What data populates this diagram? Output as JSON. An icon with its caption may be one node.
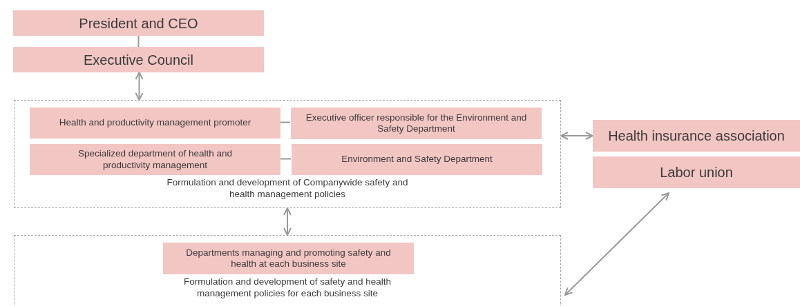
{
  "diagram": {
    "nodes": [
      {
        "text": [
          "President and CEO"
        ]
      },
      {
        "text": [
          "Executive Council"
        ]
      },
      {
        "text": [
          "Formulation and development of Companywide safety and health management policies"
        ]
      },
      {
        "text": [
          "Health and productivity management promoter"
        ],
        "in": 2
      },
      {
        "text": [
          "Executive officer responsible for the Environment and Safety Department"
        ],
        "in": 2
      },
      {
        "text": [
          "Specialized department of health and productivity management"
        ],
        "in": 2
      },
      {
        "text": [
          "Environment and Safety Department"
        ],
        "in": 2
      },
      {
        "text": [
          "Health insurance association"
        ]
      },
      {
        "text": [
          "Labor union"
        ]
      },
      {
        "text": [
          "Formulation and development of safety and health management policies for each business site"
        ]
      },
      {
        "text": [
          "Departments managing and promoting safety and health at each business site"
        ],
        "in": 9
      }
    ],
    "edges": [
      {
        "from": 0,
        "to": 1,
        "arrow": "none"
      },
      {
        "from": 1,
        "to": 2,
        "arrow": "both"
      },
      {
        "from": 3,
        "to": 4,
        "arrow": "none"
      },
      {
        "from": 5,
        "to": 6,
        "arrow": "none"
      },
      {
        "from": 2,
        "to": 7,
        "arrow": "both"
      },
      {
        "from": 2,
        "to": 9,
        "arrow": "both"
      },
      {
        "from": 9,
        "to": 8,
        "arrow": "both"
      }
    ]
  }
}
